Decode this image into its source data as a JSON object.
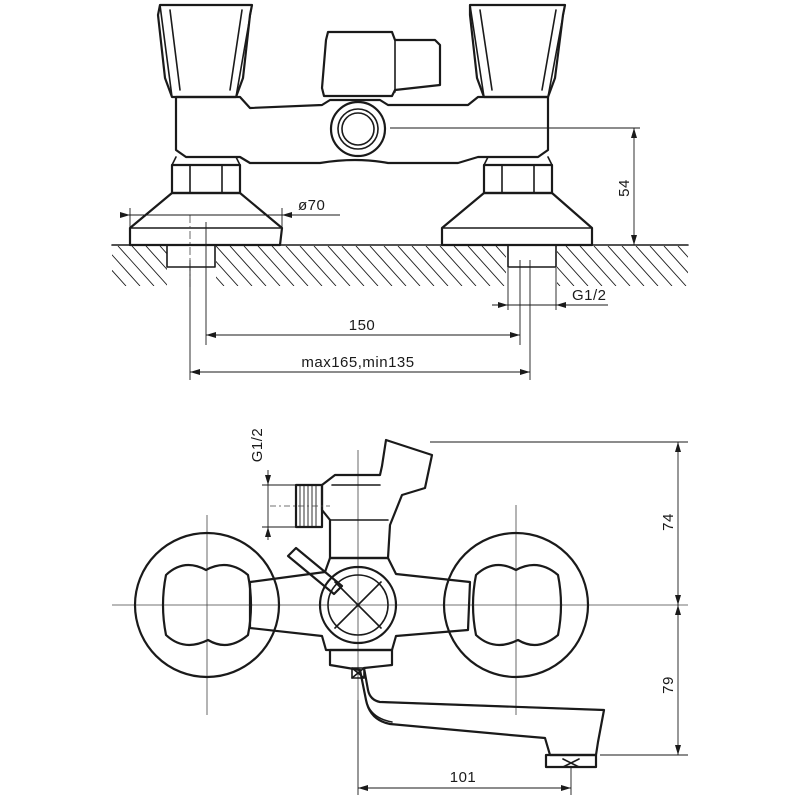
{
  "top_view": {
    "dim_54": "54",
    "dim_phi70": "ø70",
    "dim_150": "150",
    "dim_max_min": "max165,min135",
    "dim_thread": "G1/2"
  },
  "bottom_view": {
    "dim_thread": "G1/2",
    "dim_74": "74",
    "dim_79": "79",
    "dim_101": "101"
  }
}
